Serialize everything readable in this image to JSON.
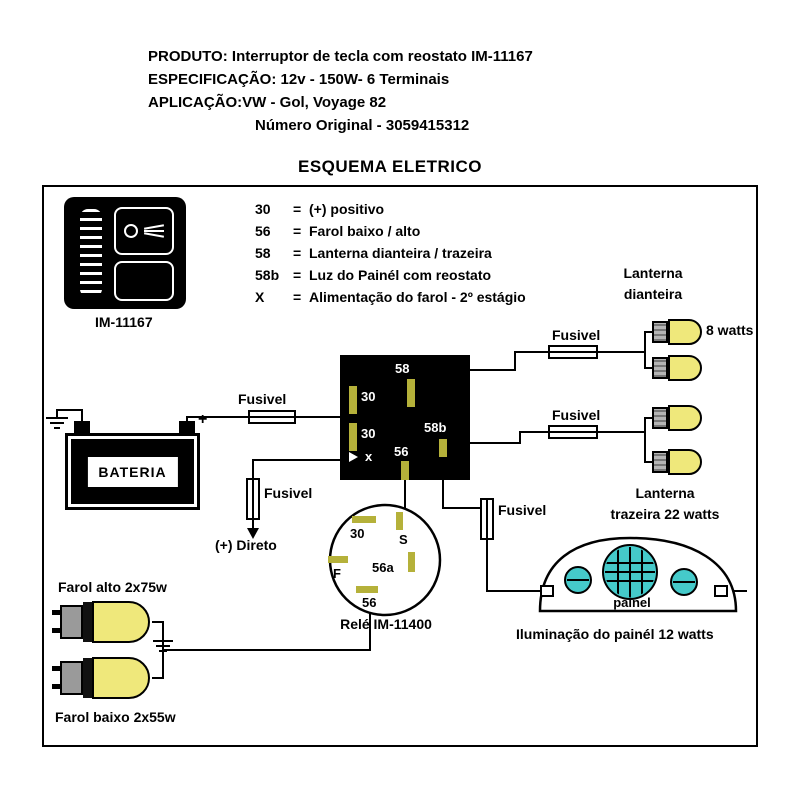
{
  "header": {
    "produto_label": "PRODUTO:",
    "produto_value": " Interruptor de tecla com reostato  IM-11167",
    "especificacao_label": "ESPECIFICAÇÃO:",
    "especificacao_value": " 12v - 150W- 6 Terminais",
    "aplicacao_label": "APLICAÇÃO:",
    "aplicacao_value": "VW - Gol, Voyage 82",
    "numero_original": "Número Original - 3059415312"
  },
  "title": "ESQUEMA ELETRICO",
  "product_icon": {
    "code": "IM-11167"
  },
  "legend": {
    "items": [
      {
        "key": "30",
        "sep": "=",
        "desc": "(+) positivo"
      },
      {
        "key": "56",
        "sep": "=",
        "desc": "Farol baixo / alto"
      },
      {
        "key": "58",
        "sep": "=",
        "desc": "Lanterna dianteira / trazeira"
      },
      {
        "key": "58b",
        "sep": "=",
        "desc": "Luz do Painél com reostato"
      },
      {
        "key": "X",
        "sep": "=",
        "desc": "Alimentação do farol - 2º estágio"
      }
    ]
  },
  "labels": {
    "fusivel": "Fusivel",
    "direto": "(+) Direto",
    "bateria": "BATERIA",
    "plus": "+"
  },
  "switch_box": {
    "t58": "58",
    "t30": "30",
    "t58b": "58b",
    "tx": "x",
    "t56": "56"
  },
  "relay": {
    "caption": "Relé IM-11400",
    "t30": "30",
    "ts": "S",
    "tf": "F",
    "t56a": "56a",
    "t56": "56"
  },
  "lamps": {
    "dianteira_l1": "Lanterna",
    "dianteira_l2": "dianteira",
    "dianteira_watts": "8 watts",
    "trazeira_l1": "Lanterna",
    "trazeira_l2": "trazeira 22 watts",
    "farol_alto": "Farol alto 2x75w",
    "farol_baixo": "Farol baixo 2x55w"
  },
  "panel": {
    "label": "painel",
    "caption": "Iluminação do painél 12 watts"
  },
  "colors": {
    "bulb_yellow": "#efe87b",
    "terminal_olive": "#b5b13a",
    "gauge_cyan": "#45caca",
    "wire_black": "#000000"
  }
}
